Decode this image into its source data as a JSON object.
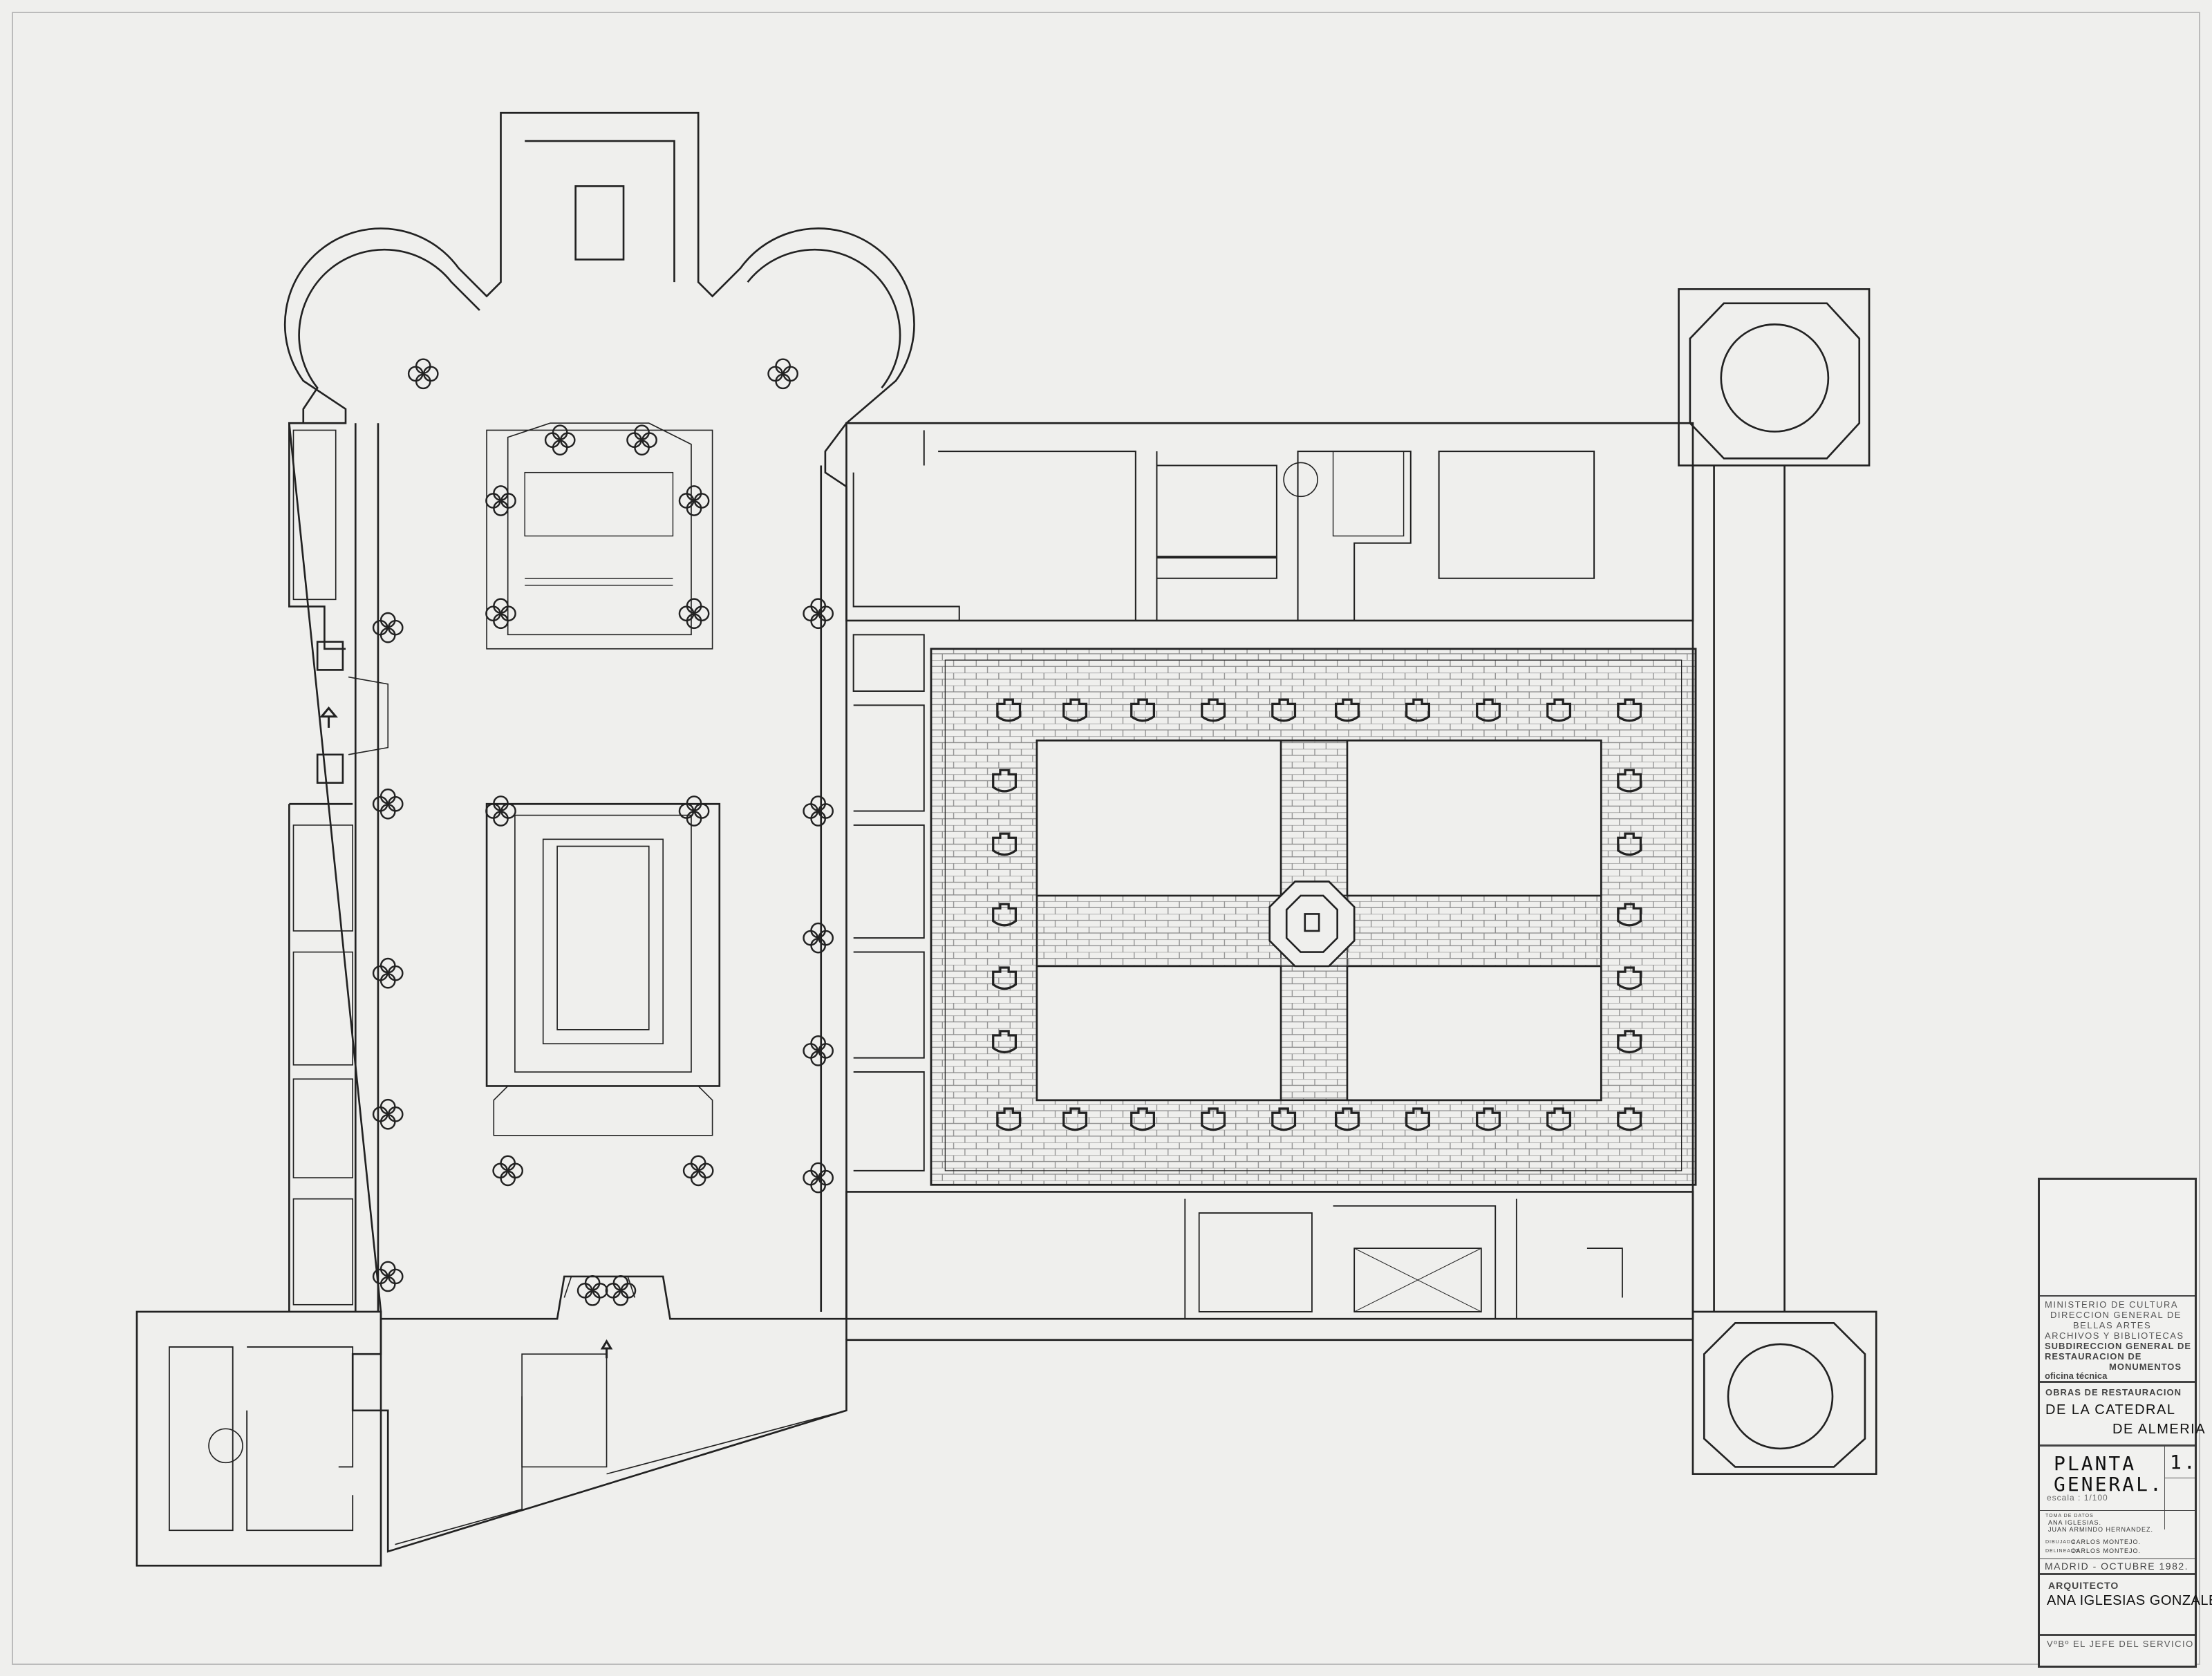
{
  "title_block": {
    "ministry": [
      "MINISTERIO DE CULTURA",
      "DIRECCION GENERAL DE",
      "BELLAS ARTES",
      "ARCHIVOS Y BIBLIOTECAS"
    ],
    "subdirection": [
      "SUBDIRECCION GENERAL DE",
      "RESTAURACION DE",
      "MONUMENTOS"
    ],
    "office": "oficina técnica",
    "works_label": "OBRAS DE RESTAURACION",
    "works_line1": "DE LA CATEDRAL",
    "works_line2": "DE ALMERIA",
    "sheet_title_line1": "PLANTA",
    "sheet_title_line2": "GENERAL.",
    "sheet_number": "1.",
    "scale": "escala : 1/100",
    "data_label": "TOMA DE DATOS",
    "data_by_1": "ANA IGLESIAS.",
    "data_by_2": "JUAN ARMINDO HERNANDEZ.",
    "drawn_label": "DIBUJADO",
    "drawn_by": "CARLOS MONTEJO.",
    "delineated_label": "DELINEADO",
    "delineated_by": "CARLOS MONTEJO.",
    "place_date": "MADRID - OCTUBRE 1982.",
    "architect_label": "ARQUITECTO",
    "architect_name": "ANA IGLESIAS GONZALEZ",
    "approval": "VºBº EL JEFE DEL SERVICIO"
  }
}
